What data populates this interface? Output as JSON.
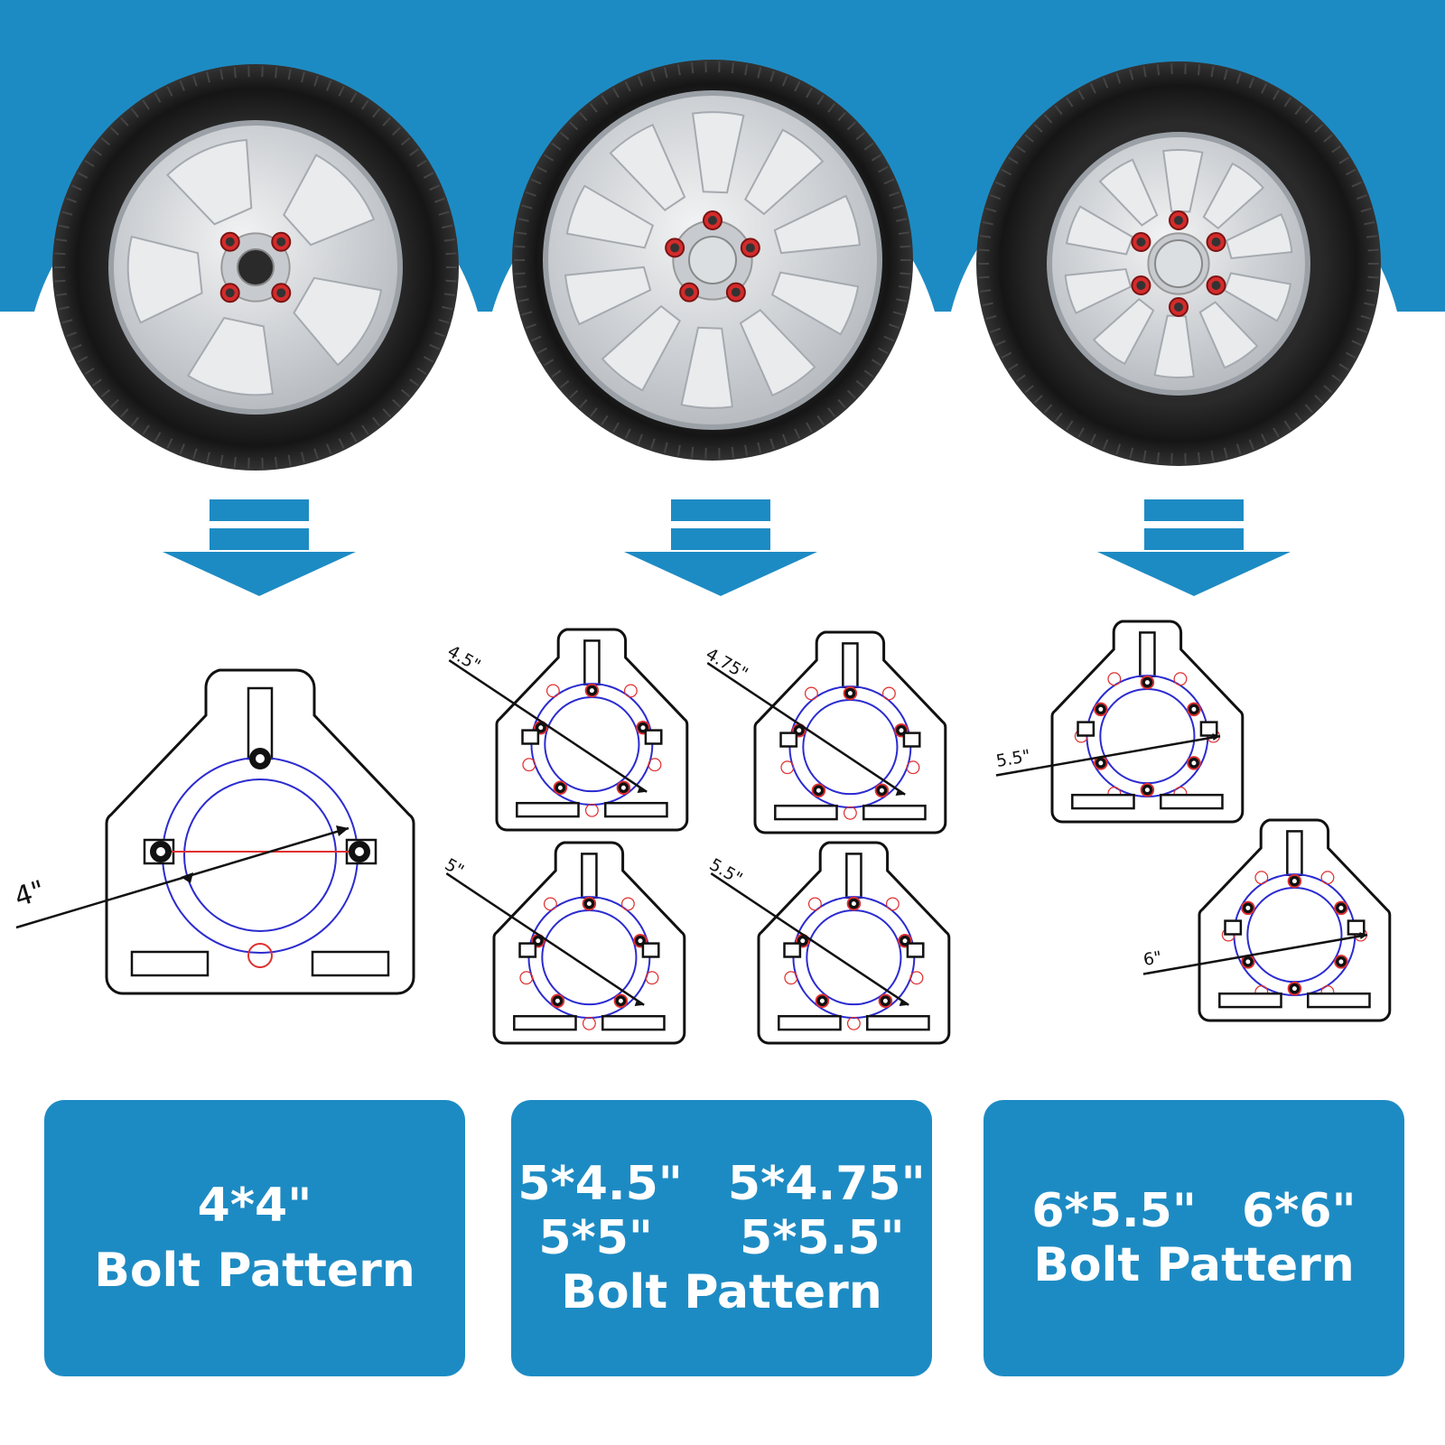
{
  "colors": {
    "band": "#1d8bc3",
    "label_box": "#1d8bc3",
    "arrow": "#1d8bc3",
    "tire": "#1a1a1a",
    "rim": "#d4d7da",
    "lug": "#d42b2b",
    "pcd_circle": "#2b2bd0",
    "ref_hole": "#e03030",
    "outline": "#111111"
  },
  "wheels": [
    {
      "icon": "wheel-4-lug-icon",
      "lugs": 4
    },
    {
      "icon": "wheel-5-lug-icon",
      "lugs": 5
    },
    {
      "icon": "wheel-6-lug-icon",
      "lugs": 6
    }
  ],
  "arrows": [
    {
      "icon": "down-arrow-icon"
    },
    {
      "icon": "down-arrow-icon"
    },
    {
      "icon": "down-arrow-icon"
    }
  ],
  "templates": [
    {
      "dimension": "4\"",
      "lugs": 4
    },
    {
      "dimension": "4.5\"",
      "lugs": 5
    },
    {
      "dimension": "4.75\"",
      "lugs": 5
    },
    {
      "dimension": "5\"",
      "lugs": 5
    },
    {
      "dimension": "5.5\"",
      "lugs": 5
    },
    {
      "dimension": "5.5\"",
      "lugs": 6
    },
    {
      "dimension": "6\"",
      "lugs": 6
    }
  ],
  "labels": {
    "box1": {
      "pattern": "4*4\"",
      "caption": "Bolt Pattern"
    },
    "box2": {
      "row1": [
        "5*4.5\"",
        "5*4.75\""
      ],
      "row2": [
        "5*5\"",
        "5*5.5\""
      ],
      "caption": "Bolt Pattern"
    },
    "box3": {
      "row1": [
        "6*5.5\"",
        "6*6\""
      ],
      "caption": "Bolt Pattern"
    }
  }
}
